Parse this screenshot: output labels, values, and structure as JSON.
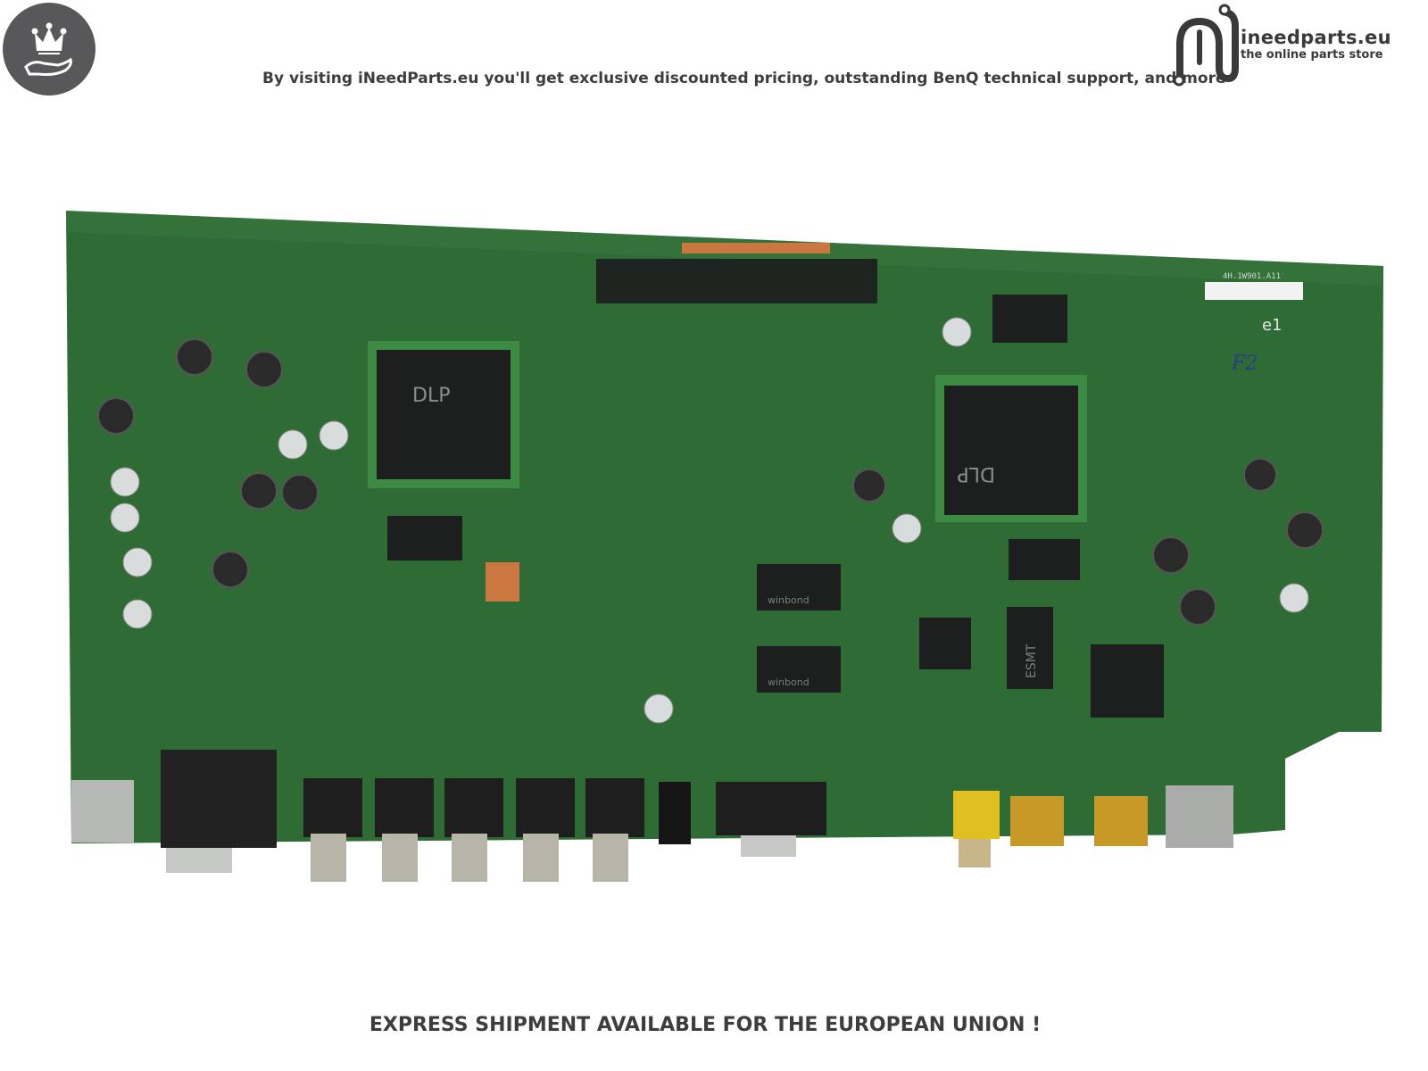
{
  "header": {
    "tagline": "By visiting iNeedParts.eu you'll get exclusive discounted pricing, outstanding BenQ technical support, and more",
    "badge_icon": "crown-on-hand-icon",
    "brand": {
      "name": "ineedparts.eu",
      "subtitle": "the online parts store",
      "logo_icon": "circuit-n-logo-icon"
    }
  },
  "product": {
    "chip_labels": [
      "DLP",
      "DLP",
      "ESMT",
      "winbond",
      "winbond"
    ],
    "board_label": "4H.1W901.A11",
    "handwritten_marks": [
      "F2",
      "e1"
    ]
  },
  "footer": {
    "text": "EXPRESS SHIPMENT AVAILABLE FOR THE EUROPEAN UNION !"
  },
  "colors": {
    "pcb": "#2f6b35",
    "text": "#3d3d3d",
    "badge": "#58585a"
  }
}
